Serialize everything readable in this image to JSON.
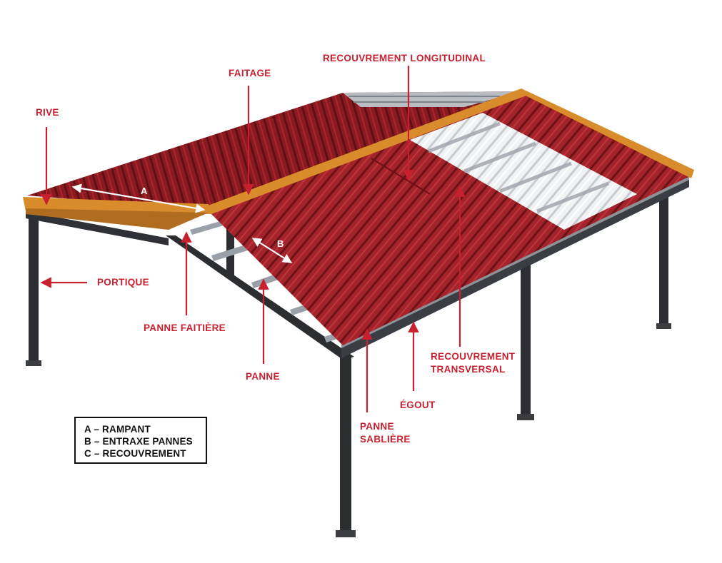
{
  "labels": {
    "rive": "RIVE",
    "faitage": "FAITAGE",
    "recouvrement_longitudinal": "RECOUVREMENT LONGITUDINAL",
    "portique": "PORTIQUE",
    "panne_faitiere": "PANNE FAITIÈRE",
    "panne": "PANNE",
    "recouvrement_transversal_1": "RECOUVREMENT",
    "recouvrement_transversal_2": "TRANSVERSAL",
    "egout": "ÉGOUT",
    "panne_sabliere_1": "PANNE",
    "panne_sabliere_2": "SABLIÈRE"
  },
  "dimensions": {
    "a": "A",
    "b": "B"
  },
  "legend": {
    "items": [
      "A – RAMPANT",
      "B – ENTRAXE PANNES",
      "C – RECOUVREMENT"
    ]
  },
  "colors": {
    "label_red": "#c8202f",
    "roof_red": "#8e1a1f",
    "trim_orange": "#d98c2c",
    "steel_dark": "#2b2d31"
  }
}
